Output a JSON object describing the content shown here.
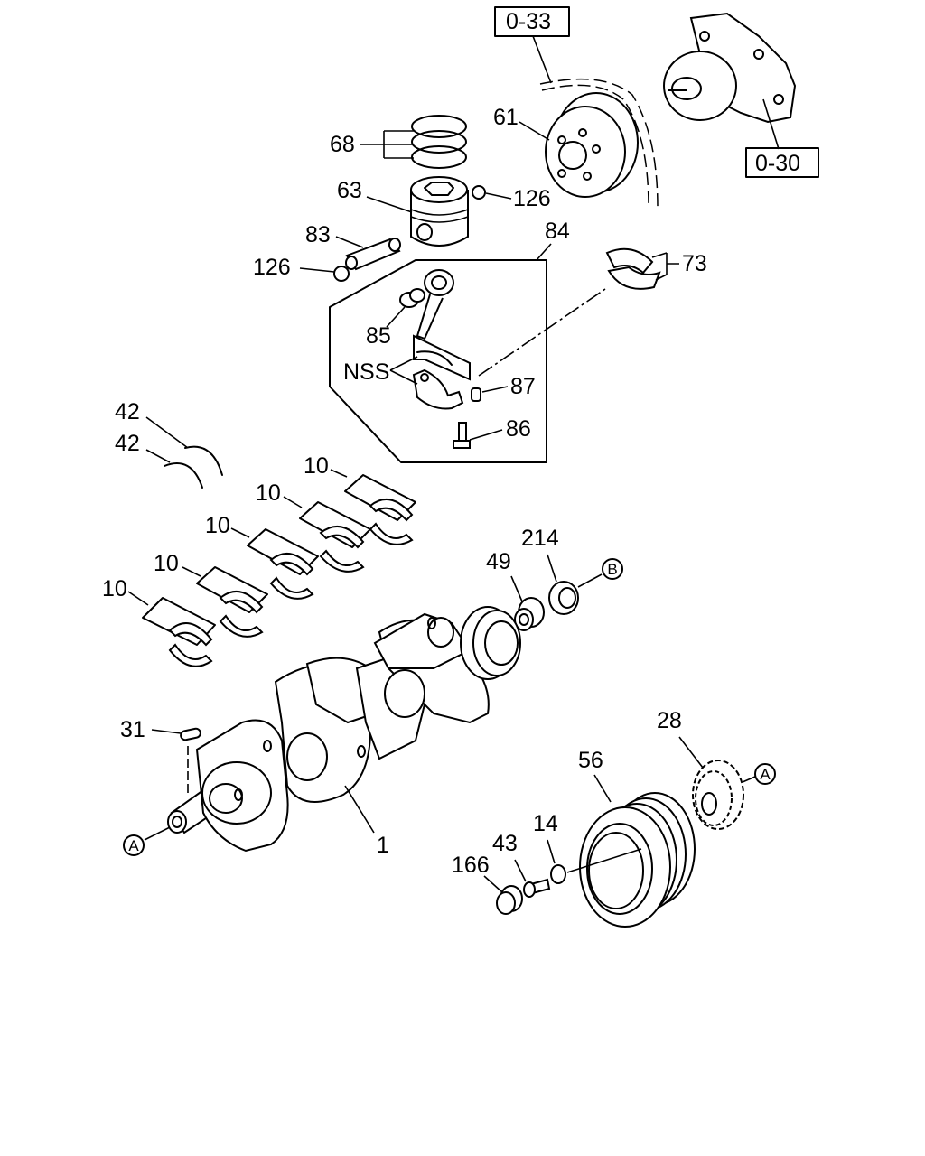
{
  "labels": {
    "ref_top": "0-33",
    "ref_right": "0-30",
    "p61": "61",
    "p68": "68",
    "p63": "63",
    "p126a": "126",
    "p83": "83",
    "p84": "84",
    "p126b": "126",
    "p73": "73",
    "p85": "85",
    "nss": "NSS",
    "p87": "87",
    "p86": "86",
    "p42a": "42",
    "p42b": "42",
    "p10a": "10",
    "p10b": "10",
    "p10c": "10",
    "p10d": "10",
    "p10e": "10",
    "p214": "214",
    "p49": "49",
    "circle_b": "B",
    "p31": "31",
    "circle_a_left": "A",
    "p1": "1",
    "p28": "28",
    "p56": "56",
    "circle_a_right": "A",
    "p14": "14",
    "p43": "43",
    "p166": "166"
  }
}
